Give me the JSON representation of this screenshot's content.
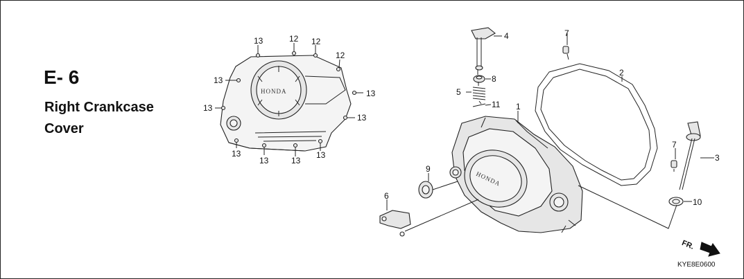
{
  "page": {
    "section": "E- 6",
    "title_line1": "Right Crankcase",
    "title_line2": "Cover",
    "diagram_code": "KYE8E0600",
    "front_marker": "FR.",
    "brand": "HONDA"
  },
  "callouts": [
    {
      "id": "c13a",
      "label": "13"
    },
    {
      "id": "c12a",
      "label": "12"
    },
    {
      "id": "c12b",
      "label": "12"
    },
    {
      "id": "c12c",
      "label": "12"
    },
    {
      "id": "c13b",
      "label": "13"
    },
    {
      "id": "c13c",
      "label": "13"
    },
    {
      "id": "c13d",
      "label": "13"
    },
    {
      "id": "c13e",
      "label": "13"
    },
    {
      "id": "c13f",
      "label": "13"
    },
    {
      "id": "c13g",
      "label": "13"
    },
    {
      "id": "c13h",
      "label": "13"
    },
    {
      "id": "c13i",
      "label": "13"
    },
    {
      "id": "c4",
      "label": "4"
    },
    {
      "id": "c8",
      "label": "8"
    },
    {
      "id": "c5",
      "label": "5"
    },
    {
      "id": "c11",
      "label": "11"
    },
    {
      "id": "c1",
      "label": "1"
    },
    {
      "id": "c7a",
      "label": "7"
    },
    {
      "id": "c2",
      "label": "2"
    },
    {
      "id": "c7b",
      "label": "7"
    },
    {
      "id": "c3",
      "label": "3"
    },
    {
      "id": "c10",
      "label": "10"
    },
    {
      "id": "c9",
      "label": "9"
    },
    {
      "id": "c6",
      "label": "6"
    }
  ]
}
